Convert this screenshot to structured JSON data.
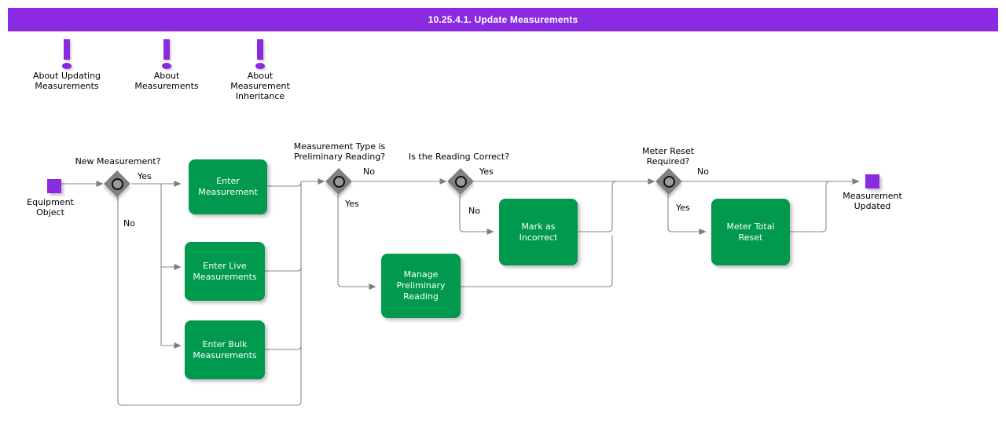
{
  "title_bar": {
    "title": "10.25.4.1. Update Measurements",
    "background": "#8A2BE2",
    "text_color": "#FFFFFF"
  },
  "colors": {
    "accent_purple": "#8A2BE2",
    "task_green": "#00994D",
    "decision_gray": "#808080",
    "edge_gray": "#888888"
  },
  "info_notes": [
    {
      "icon": "exclamation-icon",
      "label": "About Updating\nMeasurements"
    },
    {
      "icon": "exclamation-icon",
      "label": "About\nMeasurements"
    },
    {
      "icon": "exclamation-icon",
      "label": "About\nMeasurement\nInheritance"
    }
  ],
  "flow": {
    "start": {
      "label": "Equipment\nObject",
      "shape": "square",
      "color": "#8A2BE2"
    },
    "end": {
      "label": "Measurement\nUpdated",
      "shape": "square",
      "color": "#8A2BE2"
    },
    "decisions": [
      {
        "label": "New Measurement?",
        "yes": "Yes",
        "no": "No"
      },
      {
        "label": "Measurement Type is\nPreliminary Reading?",
        "yes": "Yes",
        "no": "No"
      },
      {
        "label": "Is the Reading Correct?",
        "yes": "Yes",
        "no": "No"
      },
      {
        "label": "Meter Reset\nRequired?",
        "yes": "Yes",
        "no": "No"
      }
    ],
    "tasks": [
      {
        "label": "Enter\nMeasurement"
      },
      {
        "label": "Enter Live\nMeasurements"
      },
      {
        "label": "Enter Bulk\nMeasurements"
      },
      {
        "label": "Manage\nPreliminary\nReading"
      },
      {
        "label": "Mark as\nIncorrect"
      },
      {
        "label": "Meter Total\nReset"
      }
    ]
  }
}
